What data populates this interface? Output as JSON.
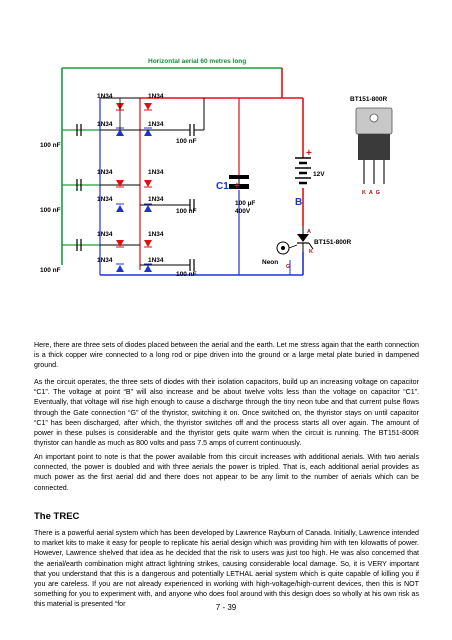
{
  "diagram": {
    "title": "Horizontal aerial 60 metres long",
    "diode_label": "1N34",
    "cap_label": "100 nF",
    "c1_label": "C1",
    "c1_plus": "+",
    "c1_value_line1": "100 µF",
    "c1_value_line2": "400V",
    "battery_plus": "+",
    "battery_voltage": "12V",
    "point_b": "B",
    "point_a": "A",
    "thyristor_label": "BT151-800R",
    "package_label": "BT151-800R",
    "package_pins": "K  A  G",
    "neon_label": "Neon",
    "gate_label": "G",
    "k_label": "K"
  },
  "text": {
    "p1": "Here, there are three sets of diodes placed between the aerial and the earth. Let me stress again that the earth connection is a thick copper wire connected to a long rod or pipe driven into the ground or a large metal plate buried in dampened ground.",
    "p2": "As the circuit operates, the three sets of diodes with their isolation capacitors, build up an increasing voltage on capacitor “C1”. The voltage at point “B” will also increase and be about twelve volts less than the voltage on capacitor “C1”. Eventually, that voltage will rise high enough to cause a discharge through the tiny neon tube and that current pulse flows through the Gate connection “G” of the thyristor, switching it on. Once switched on, the thyristor stays on until capacitor “C1” has been discharged, after which, the thyristor switches off and the process starts all over again. The amount of power in these pulses is considerable and the thyristor gets quite warm when the circuit is running. The BT151-800R thyristor can handle as much as 800 volts and pass 7.5 amps of current continuously.",
    "p3": "An important point to note is that the power available from this circuit increases with additional aerials. With two aerials connected, the power is doubled and with three aerials the power is tripled. That is, each additional aerial provides as much power as the first aerial did and there does not appear to be any limit to the number of aerials which can be connected.",
    "heading": "The TREC",
    "p4": "There is a powerful aerial system which has been developed by Lawrence Rayburn of Canada. Initially, Lawrence intended to market kits to make it easy for people to replicate his aerial design which was providing him with ten kilowatts of power. However, Lawrence shelved that idea as he decided that the risk to users was just too high. He was also concerned that the aerial/earth combination might attract lightning strikes, causing considerable local damage. So, it is VERY important that you understand that this is a dangerous and potentially LETHAL aerial system which is quite capable of killing you if you are careless. If you are not already experienced in working with high-voltage/high-current devices, then this is NOT something for you to experiment with, and anyone who does fool around with this design does so wholly at his own risk as this material is presented “for"
  },
  "footer": {
    "page_number": "7 - 39"
  },
  "colors": {
    "aerial_wire": "#14a03c",
    "positive_wire": "#e01010",
    "ground_wire": "#1e33d4",
    "diode_red": "#e01010",
    "diode_blue": "#1e33d4"
  }
}
